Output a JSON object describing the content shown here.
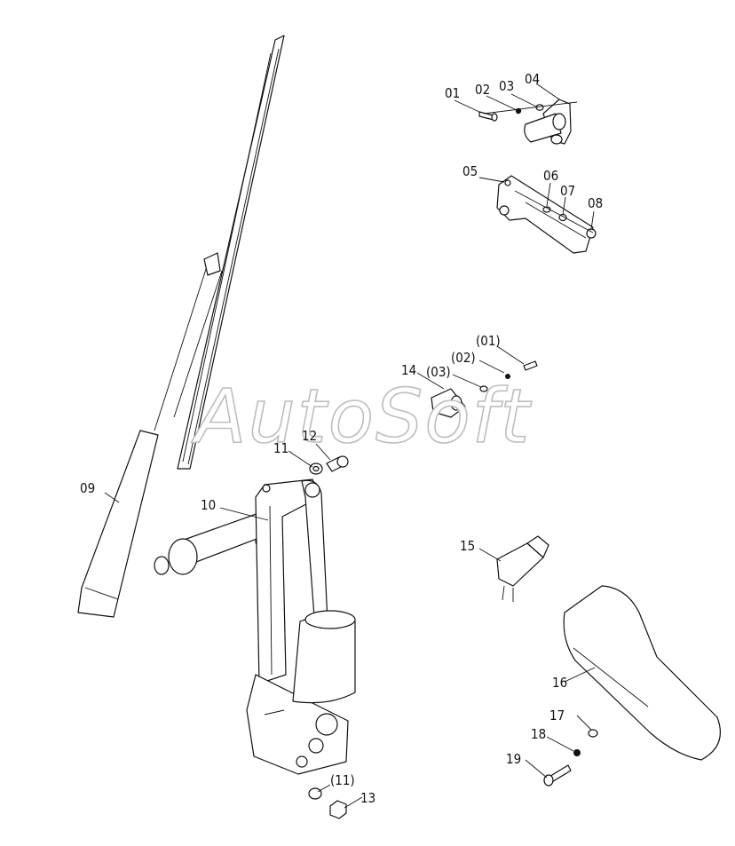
{
  "watermark": "AutoSoft",
  "labels": {
    "l01": "01",
    "l02": "02",
    "l03": "03",
    "l04": "04",
    "l05": "05",
    "l06": "06",
    "l07": "07",
    "l08": "08",
    "l09": "09",
    "l10": "10",
    "l11": "11",
    "l12": "12",
    "l13": "13",
    "l14": "14",
    "l15": "15",
    "l16": "16",
    "l17": "17",
    "l18": "18",
    "l19": "19",
    "r01": "(01)",
    "r02": "(02)",
    "r03": "(03)",
    "r11": "(11)"
  }
}
